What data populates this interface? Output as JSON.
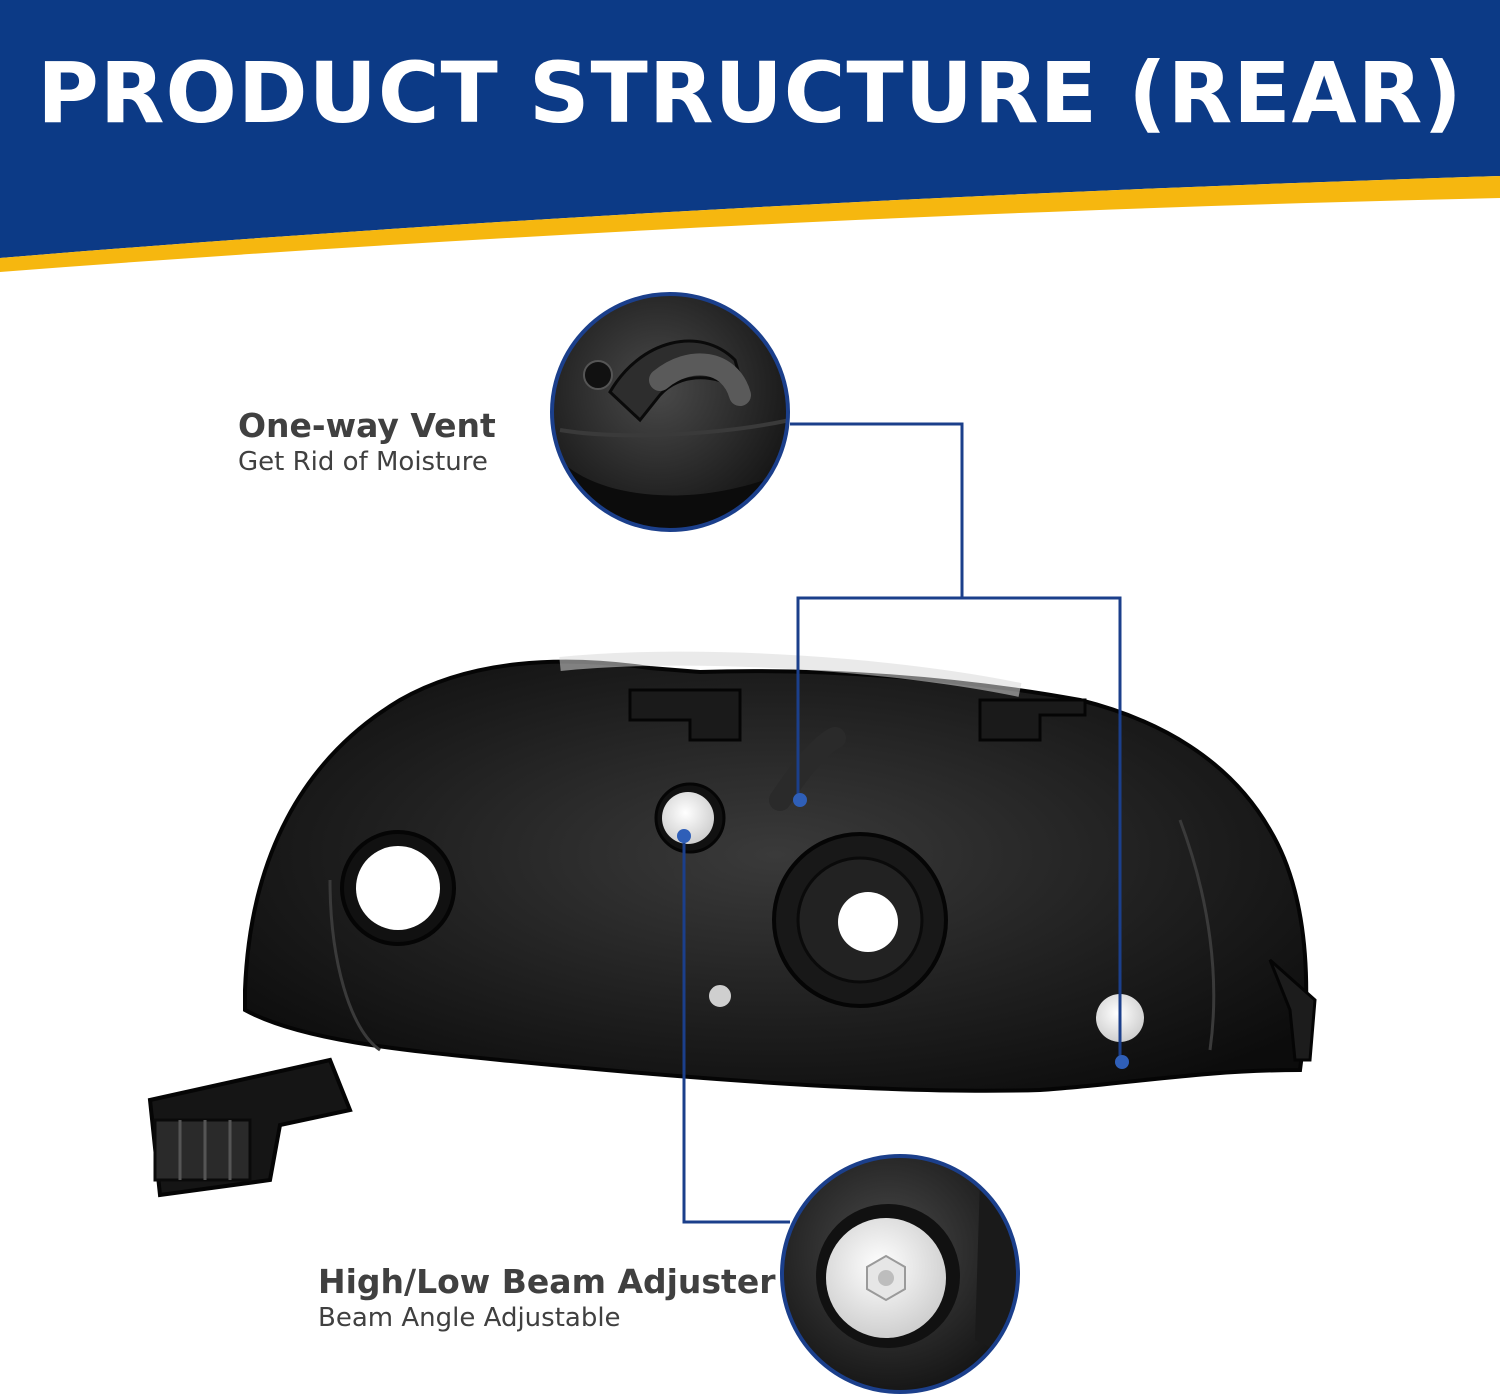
{
  "header": {
    "title": "PRODUCT STRUCTURE (REAR)"
  },
  "callouts": {
    "vent": {
      "title": "One-way Vent",
      "subtitle": "Get Rid of Moisture"
    },
    "beam": {
      "title": "High/Low Beam Adjuster",
      "subtitle": "Beam Angle Adjustable"
    }
  },
  "colors": {
    "banner_blue": "#0c3a86",
    "accent_yellow": "#f6b70f",
    "leader_line": "#1b3f8b",
    "housing_black": "#141414"
  }
}
